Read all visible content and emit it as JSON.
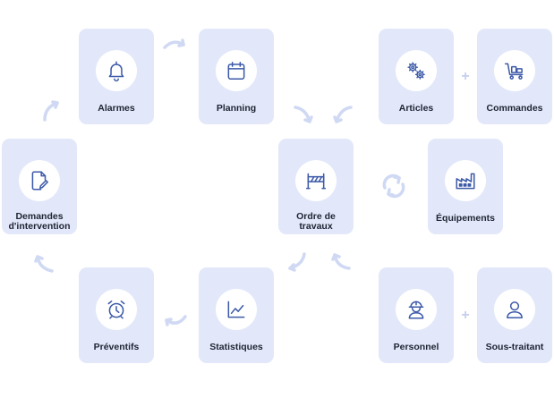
{
  "cards": {
    "alarmes": {
      "label": "Alarmes",
      "icon": "bell-icon"
    },
    "planning": {
      "label": "Planning",
      "icon": "calendar-icon"
    },
    "articles": {
      "label": "Articles",
      "icon": "gears-icon"
    },
    "commandes": {
      "label": "Commandes",
      "icon": "cart-icon"
    },
    "demandes": {
      "label_line1": "Demandes",
      "label_line2": "d'intervention",
      "icon": "document-pencil-icon"
    },
    "ordre": {
      "label_line1": "Ordre de",
      "label_line2": "travaux",
      "icon": "barrier-icon"
    },
    "equipements": {
      "label": "Équipements",
      "icon": "factory-icon"
    },
    "preventifs": {
      "label": "Préventifs",
      "icon": "alarm-clock-icon"
    },
    "statistiques": {
      "label": "Statistiques",
      "icon": "line-chart-icon"
    },
    "personnel": {
      "label": "Personnel",
      "icon": "worker-helmet-icon"
    },
    "sous_traitant": {
      "label": "Sous-traitant",
      "icon": "person-icon"
    }
  },
  "connectors": {
    "plus": "+"
  },
  "colors": {
    "card_bg": "#e2e8fa",
    "icon_stroke": "#3c5aa8",
    "arrow": "#d0d9f3",
    "text": "#1f2433"
  }
}
